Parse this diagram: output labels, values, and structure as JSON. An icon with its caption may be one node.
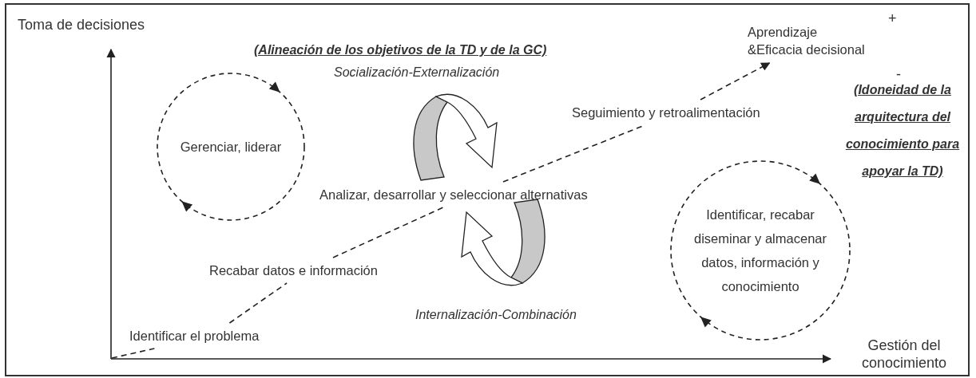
{
  "diagram": {
    "nodes": [
      {
        "text": [
          "Gerenciar, liderar"
        ]
      },
      {
        "text": [
          "Identificar, recabar diseminar y almacenar datos, información y conocimiento"
        ]
      },
      {
        "text": [
          "Identificar el problema"
        ]
      },
      {
        "text": [
          "Recabar datos e información"
        ]
      },
      {
        "text": [
          "Analizar, desarrollar y seleccionar alternativas"
        ]
      },
      {
        "text": [
          "Seguimiento y retroalimentación"
        ]
      },
      {
        "text": [
          "Aprendizaje &Eficacia decisional"
        ]
      }
    ],
    "edges": [
      {
        "from": null,
        "to": 2,
        "arrow": "none",
        "style": "dashed"
      },
      {
        "from": 2,
        "to": 3,
        "arrow": "none",
        "style": "dashed"
      },
      {
        "from": 3,
        "to": 4,
        "arrow": "none",
        "style": "dashed"
      },
      {
        "from": 4,
        "to": 5,
        "arrow": "none",
        "style": "dashed"
      },
      {
        "from": 5,
        "to": 6,
        "arrow": "to",
        "style": "dashed"
      }
    ],
    "labels": [
      "Toma de decisiones",
      "+",
      "(Alineación de los objetivos de la TD y de la GC)",
      "Socialización-Externalización",
      "-",
      "(Idoneidad de la arquitectura del conocimiento para apoyar la TD)",
      "Internalización-Combinación",
      "Gestión del conocimiento"
    ]
  }
}
